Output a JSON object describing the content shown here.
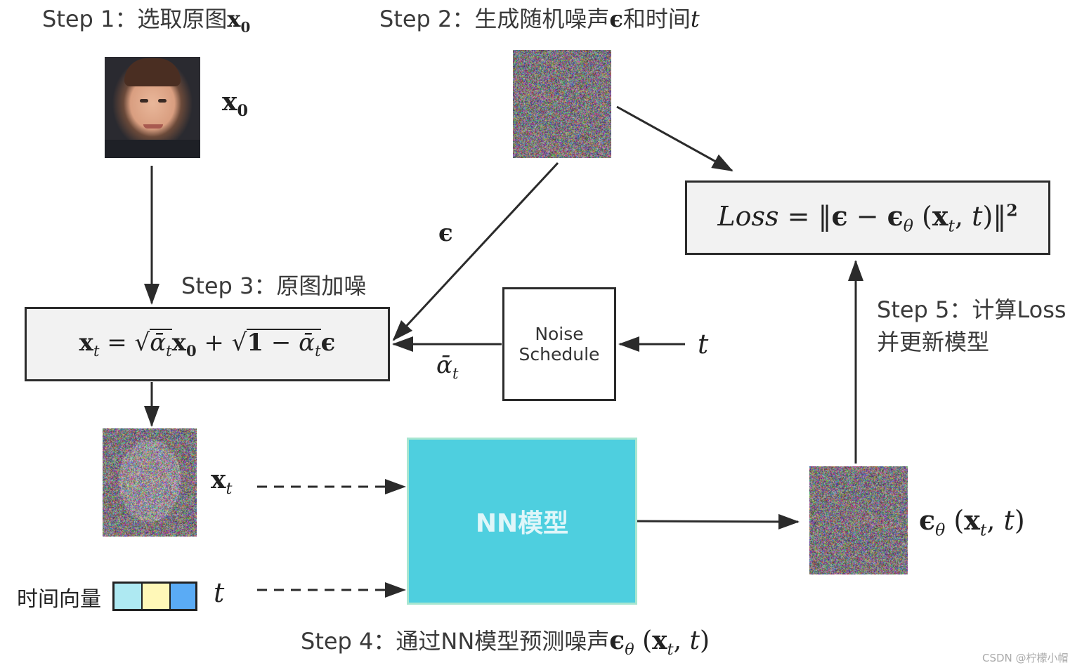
{
  "steps": {
    "step1": "Step 1：选取原图",
    "step2": "Step 2：生成随机噪声",
    "step2_mid": "和时间",
    "step3": "Step 3：原图加噪",
    "step4": "Step 4：通过NN模型预测噪声",
    "step5_line1": "Step 5：计算Loss",
    "step5_line2": "并更新模型"
  },
  "labels": {
    "x0": "x",
    "x0_sub": "0",
    "xt": "x",
    "xt_sub": "t",
    "epsilon": "ϵ",
    "theta": "θ",
    "t": "t",
    "alpha_bar": "ᾱ",
    "alpha_sub": "t",
    "noise_schedule_line1": "Noise",
    "noise_schedule_line2": "Schedule",
    "nn_model": "NN模型",
    "time_vector": "时间向量",
    "loss_word": "Loss",
    "watermark": "CSDN @柠檬小帽"
  },
  "colors": {
    "nn_fill": "#4ecfdf",
    "nn_border": "#a8e6d0",
    "vec1": "#aee9f2",
    "vec2": "#fff8b8",
    "vec3": "#5aabf5",
    "eq_box_bg": "#f2f2f2"
  },
  "icons": [
    "face-photo",
    "noise-image",
    "noisy-face-image",
    "predicted-noise-image"
  ]
}
